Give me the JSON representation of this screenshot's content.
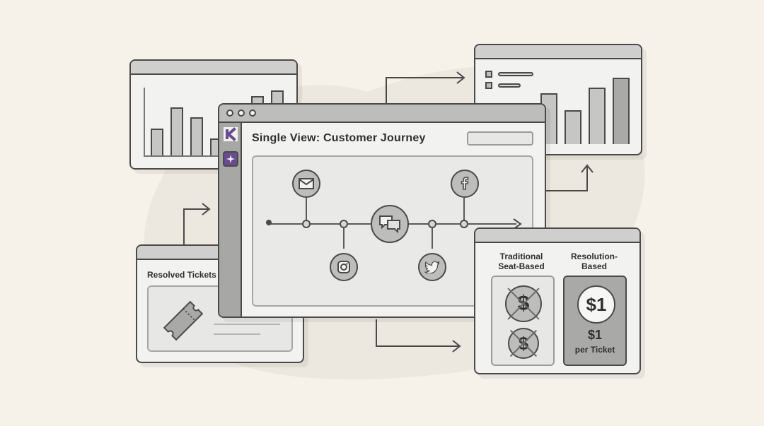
{
  "main_window": {
    "title": "Single View: Customer Journey"
  },
  "tickets_window": {
    "label": "Resolved Tickets"
  },
  "pricing_window": {
    "traditional_label": "Traditional\nSeat-Based",
    "resolution_label": "Resolution-\nBased",
    "coin_symbol": "$",
    "price_badge": "$1",
    "price_line1": "$1",
    "price_line2": "per Ticket"
  },
  "icons": {
    "app_logo": "k-logo-icon",
    "assistant": "sparkle-icon",
    "email": "email-icon",
    "facebook": "facebook-icon",
    "chat": "chat-bubbles-icon",
    "instagram": "instagram-icon",
    "twitter": "twitter-icon",
    "ticket": "ticket-icon"
  },
  "colors": {
    "background": "#f6f2ea",
    "accent": "#6a4b8f"
  }
}
